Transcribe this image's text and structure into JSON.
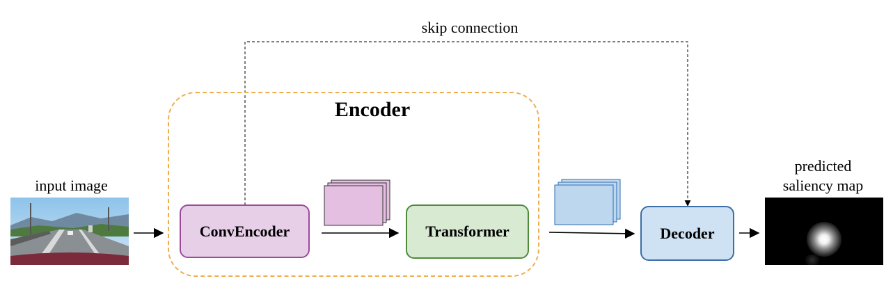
{
  "labels": {
    "skip_connection": "skip connection",
    "encoder": "Encoder",
    "input_image": "input image",
    "predicted_line1": "predicted",
    "predicted_line2": "saliency map"
  },
  "blocks": {
    "conv_encoder": "ConvEncoder",
    "transformer": "Transformer",
    "decoder": "Decoder"
  },
  "colors": {
    "encoder_frame": "#f0ad4e",
    "conv_encoder_fill": "#e8cfe8",
    "conv_encoder_border": "#9b4a9b",
    "transformer_fill": "#d9ead3",
    "transformer_border": "#4e8a3a",
    "decoder_fill": "#cfe2f3",
    "decoder_border": "#3a6ea5",
    "purple_stack_fill": "#e4bfe1",
    "blue_stack_fill": "#bdd7ee"
  }
}
